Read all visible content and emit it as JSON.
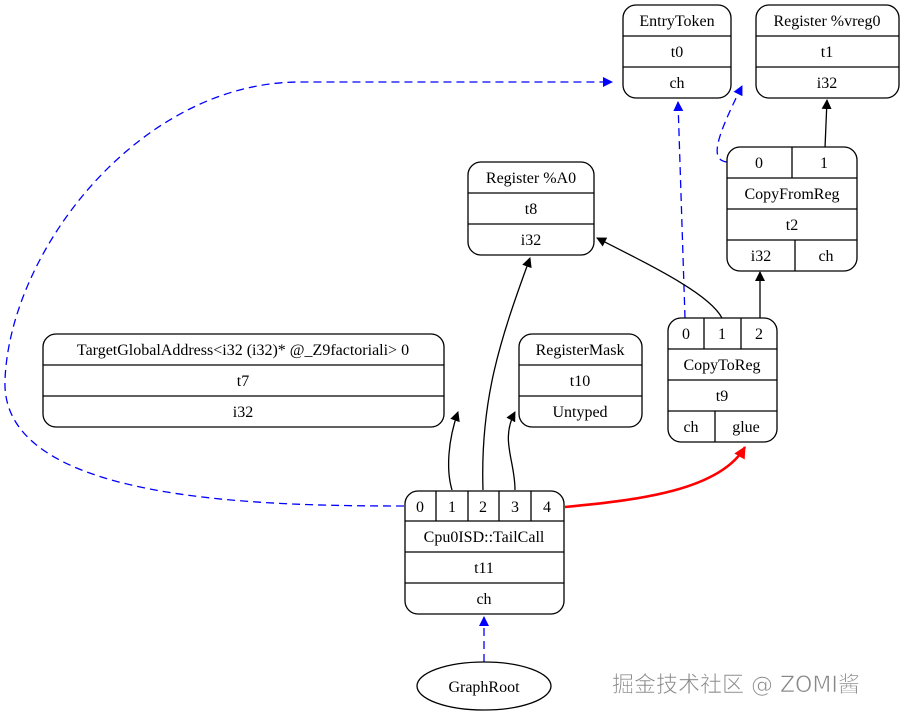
{
  "nodes": {
    "entry_token": {
      "title": "EntryToken",
      "id": "t0",
      "type": "ch"
    },
    "register_vreg0": {
      "title": "Register %vreg0",
      "id": "t1",
      "type": "i32"
    },
    "copy_from_reg": {
      "ports": [
        "0",
        "1"
      ],
      "title": "CopyFromReg",
      "id": "t2",
      "outputs": [
        "i32",
        "ch"
      ]
    },
    "register_a0": {
      "title": "Register %A0",
      "id": "t8",
      "type": "i32"
    },
    "target_global_address": {
      "title": "TargetGlobalAddress<i32 (i32)* @_Z9factoriali> 0",
      "id": "t7",
      "type": "i32"
    },
    "register_mask": {
      "title": "RegisterMask",
      "id": "t10",
      "type": "Untyped"
    },
    "copy_to_reg": {
      "ports": [
        "0",
        "1",
        "2"
      ],
      "title": "CopyToReg",
      "id": "t9",
      "outputs": [
        "ch",
        "glue"
      ]
    },
    "tail_call": {
      "ports": [
        "0",
        "1",
        "2",
        "3",
        "4"
      ],
      "title": "Cpu0ISD::TailCall",
      "id": "t11",
      "type": "ch"
    },
    "graph_root": {
      "title": "GraphRoot"
    }
  },
  "edges": [
    {
      "from": "tail_call:0",
      "to": "entry_token:ch",
      "kind": "chain"
    },
    {
      "from": "tail_call:1",
      "to": "target_global_address",
      "kind": "data"
    },
    {
      "from": "tail_call:2",
      "to": "register_a0",
      "kind": "data"
    },
    {
      "from": "tail_call:3",
      "to": "register_mask",
      "kind": "data"
    },
    {
      "from": "tail_call:4",
      "to": "copy_to_reg:glue",
      "kind": "glue"
    },
    {
      "from": "copy_to_reg:0",
      "to": "entry_token",
      "kind": "chain"
    },
    {
      "from": "copy_to_reg:1",
      "to": "register_a0",
      "kind": "data"
    },
    {
      "from": "copy_to_reg:2",
      "to": "copy_from_reg:i32",
      "kind": "data"
    },
    {
      "from": "copy_from_reg:0",
      "to": "entry_token",
      "kind": "chain"
    },
    {
      "from": "copy_from_reg:1",
      "to": "register_vreg0",
      "kind": "data"
    },
    {
      "from": "graph_root",
      "to": "tail_call",
      "kind": "chain"
    }
  ],
  "colors": {
    "chain": "#0000ff",
    "data": "#000000",
    "glue": "#ff0000"
  },
  "watermark": "掘金技术社区 @ ZOMI酱"
}
